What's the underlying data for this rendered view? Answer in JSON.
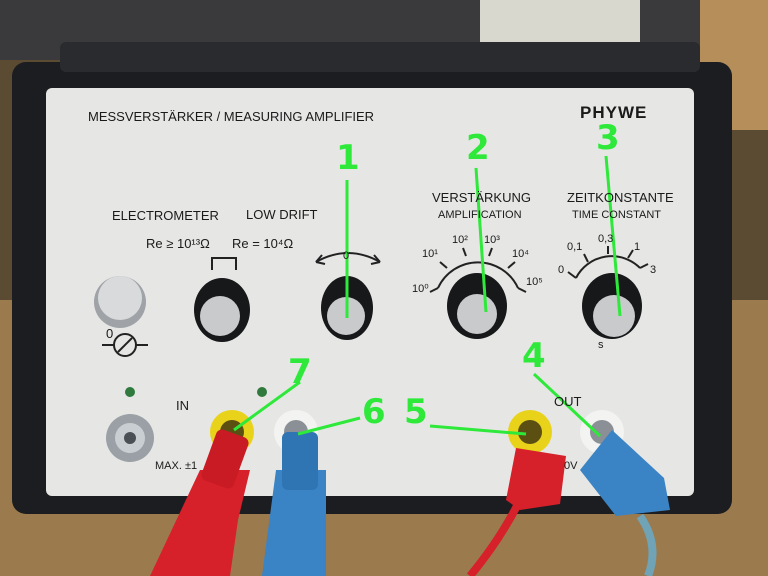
{
  "panel": {
    "title": "MESSVERSTÄRKER / MEASURING AMPLIFIER",
    "brand": "PHYWE",
    "electrometer": "ELECTROMETER",
    "low_drift": "LOW DRIFT",
    "re_high": "Re ≥ 10¹³Ω",
    "re_low": "Re = 10⁴Ω",
    "zero_dial": "0",
    "verstaerkung": "VERSTÄRKUNG",
    "amplification": "AMPLIFICATION",
    "zeitkonstante": "ZEITKONSTANTE",
    "time_constant": "TIME CONSTANT",
    "amp_scale": [
      "10⁰",
      "10¹",
      "10²",
      "10³",
      "10⁴",
      "10⁵"
    ],
    "time_scale": [
      "0",
      "0,1",
      "0,3",
      "1",
      "3"
    ],
    "time_unit": "s",
    "input_label": "IN",
    "output_label": "OUT",
    "max_label": "MAX. ±1",
    "out_v": "0V",
    "zero_button": "0"
  },
  "callouts": [
    "1",
    "2",
    "3",
    "4",
    "5",
    "6",
    "7"
  ],
  "colors": {
    "panel": "#e6e7e5",
    "frame": "#1c1d20",
    "callout": "#2ee83a",
    "red_plug": "#d6202a",
    "blue_plug": "#3a83c4",
    "yellow_socket": "#e8d21a"
  }
}
